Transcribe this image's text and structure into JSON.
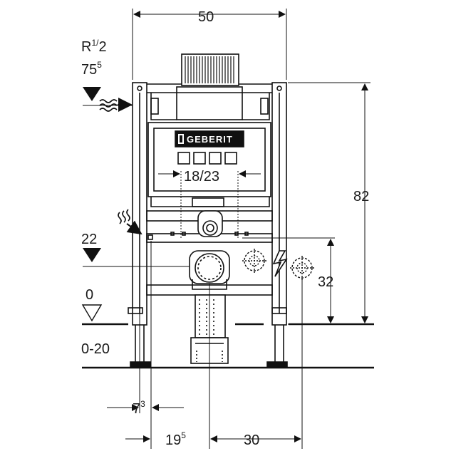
{
  "brand": "GEBERIT",
  "dimensions": {
    "overall_width": "50",
    "pipe_label_main": "R",
    "pipe_label_fraction": "1/",
    "pipe_label_fraction_den": "2",
    "inlet_height_main": "75",
    "inlet_height_sup": "5",
    "button_spacing": "18/23",
    "height_22": "22",
    "height_0": "0",
    "floor_range": "0-20",
    "total_height": "82",
    "drain_height": "32",
    "foot_offset_main": "7",
    "foot_offset_sup": "3",
    "drain_offset_main": "19",
    "drain_offset_sup": "5",
    "drain_spacing": "30"
  }
}
